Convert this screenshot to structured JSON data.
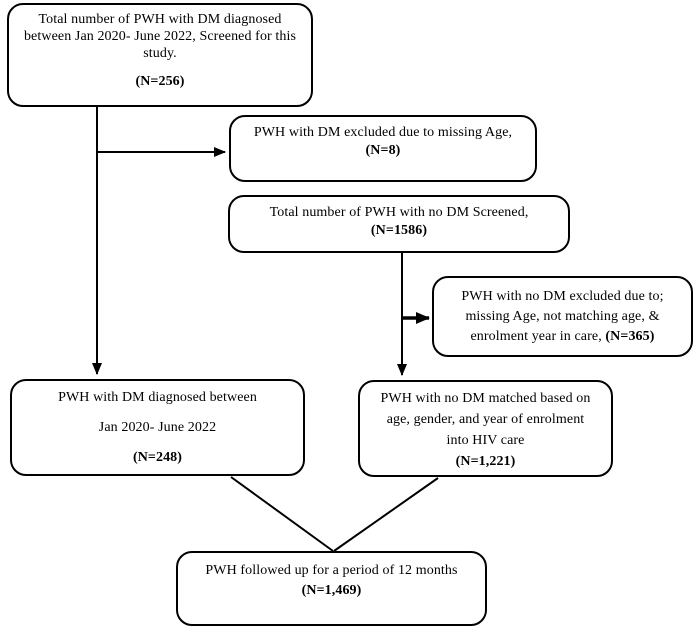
{
  "colors": {
    "line": "#000000",
    "box-border": "#000000",
    "text": "#000000",
    "bg": "#ffffff"
  },
  "boxes": {
    "screened_dm": {
      "lines": [
        "Total number of PWH with DM diagnosed",
        "between Jan 2020- June 2022, Screened for this",
        "study."
      ],
      "count": "(N=256)"
    },
    "excluded_dm": {
      "lines": [
        "PWH with DM excluded due to missing Age,"
      ],
      "count": "(N=8)"
    },
    "screened_no_dm": {
      "lines": [
        "Total number of PWH with no DM Screened,"
      ],
      "count": "(N=1586)"
    },
    "excluded_no_dm": {
      "lines": [
        "PWH with no DM excluded due to;",
        "missing Age, not matching age, &",
        "enrolment year in care,"
      ],
      "count": "(N=365)"
    },
    "included_dm": {
      "lines": [
        "PWH with DM diagnosed between",
        "Jan 2020- June 2022"
      ],
      "count": "(N=248)"
    },
    "matched_no_dm": {
      "lines": [
        "PWH with no DM matched based on",
        "age, gender, and year of enrolment",
        "into HIV care"
      ],
      "count": "(N=1,221)"
    },
    "followed_up": {
      "lines": [
        "PWH followed up for a period of 12 months"
      ],
      "count": "(N=1,469)"
    }
  }
}
